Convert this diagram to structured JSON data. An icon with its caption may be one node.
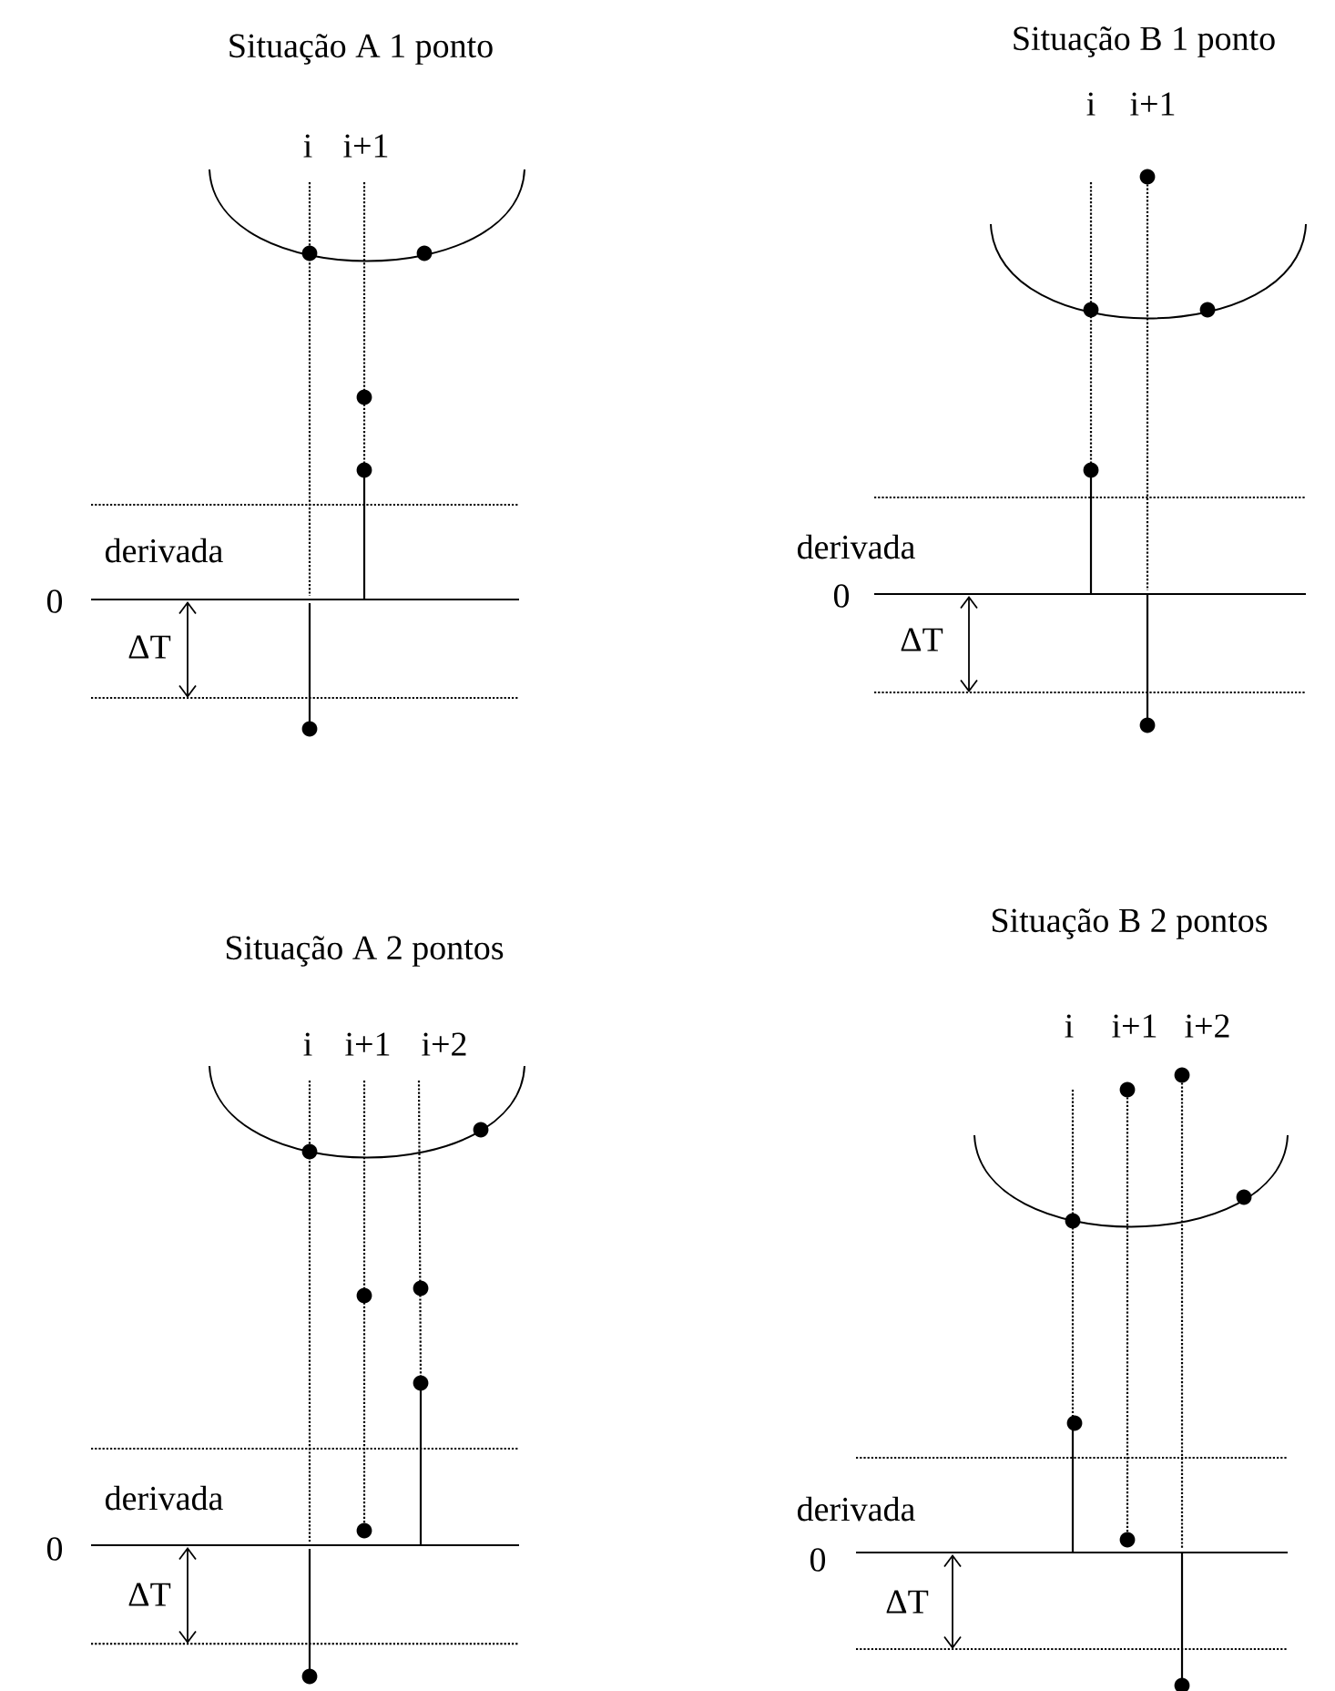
{
  "diagram": {
    "labels": [
      "Situação A 1 ponto",
      "i",
      "i+1",
      "derivada",
      "0",
      "ΔT",
      "Situação B 1 ponto",
      "i",
      "i+1",
      "derivada",
      "0",
      "ΔT",
      "Situação A 2 pontos",
      "i",
      "i+1",
      "i+2",
      "derivada",
      "0",
      "ΔT",
      "Situação B 2 pontos",
      "i",
      "i+1",
      "i+2",
      "derivada",
      "0",
      "ΔT"
    ]
  }
}
